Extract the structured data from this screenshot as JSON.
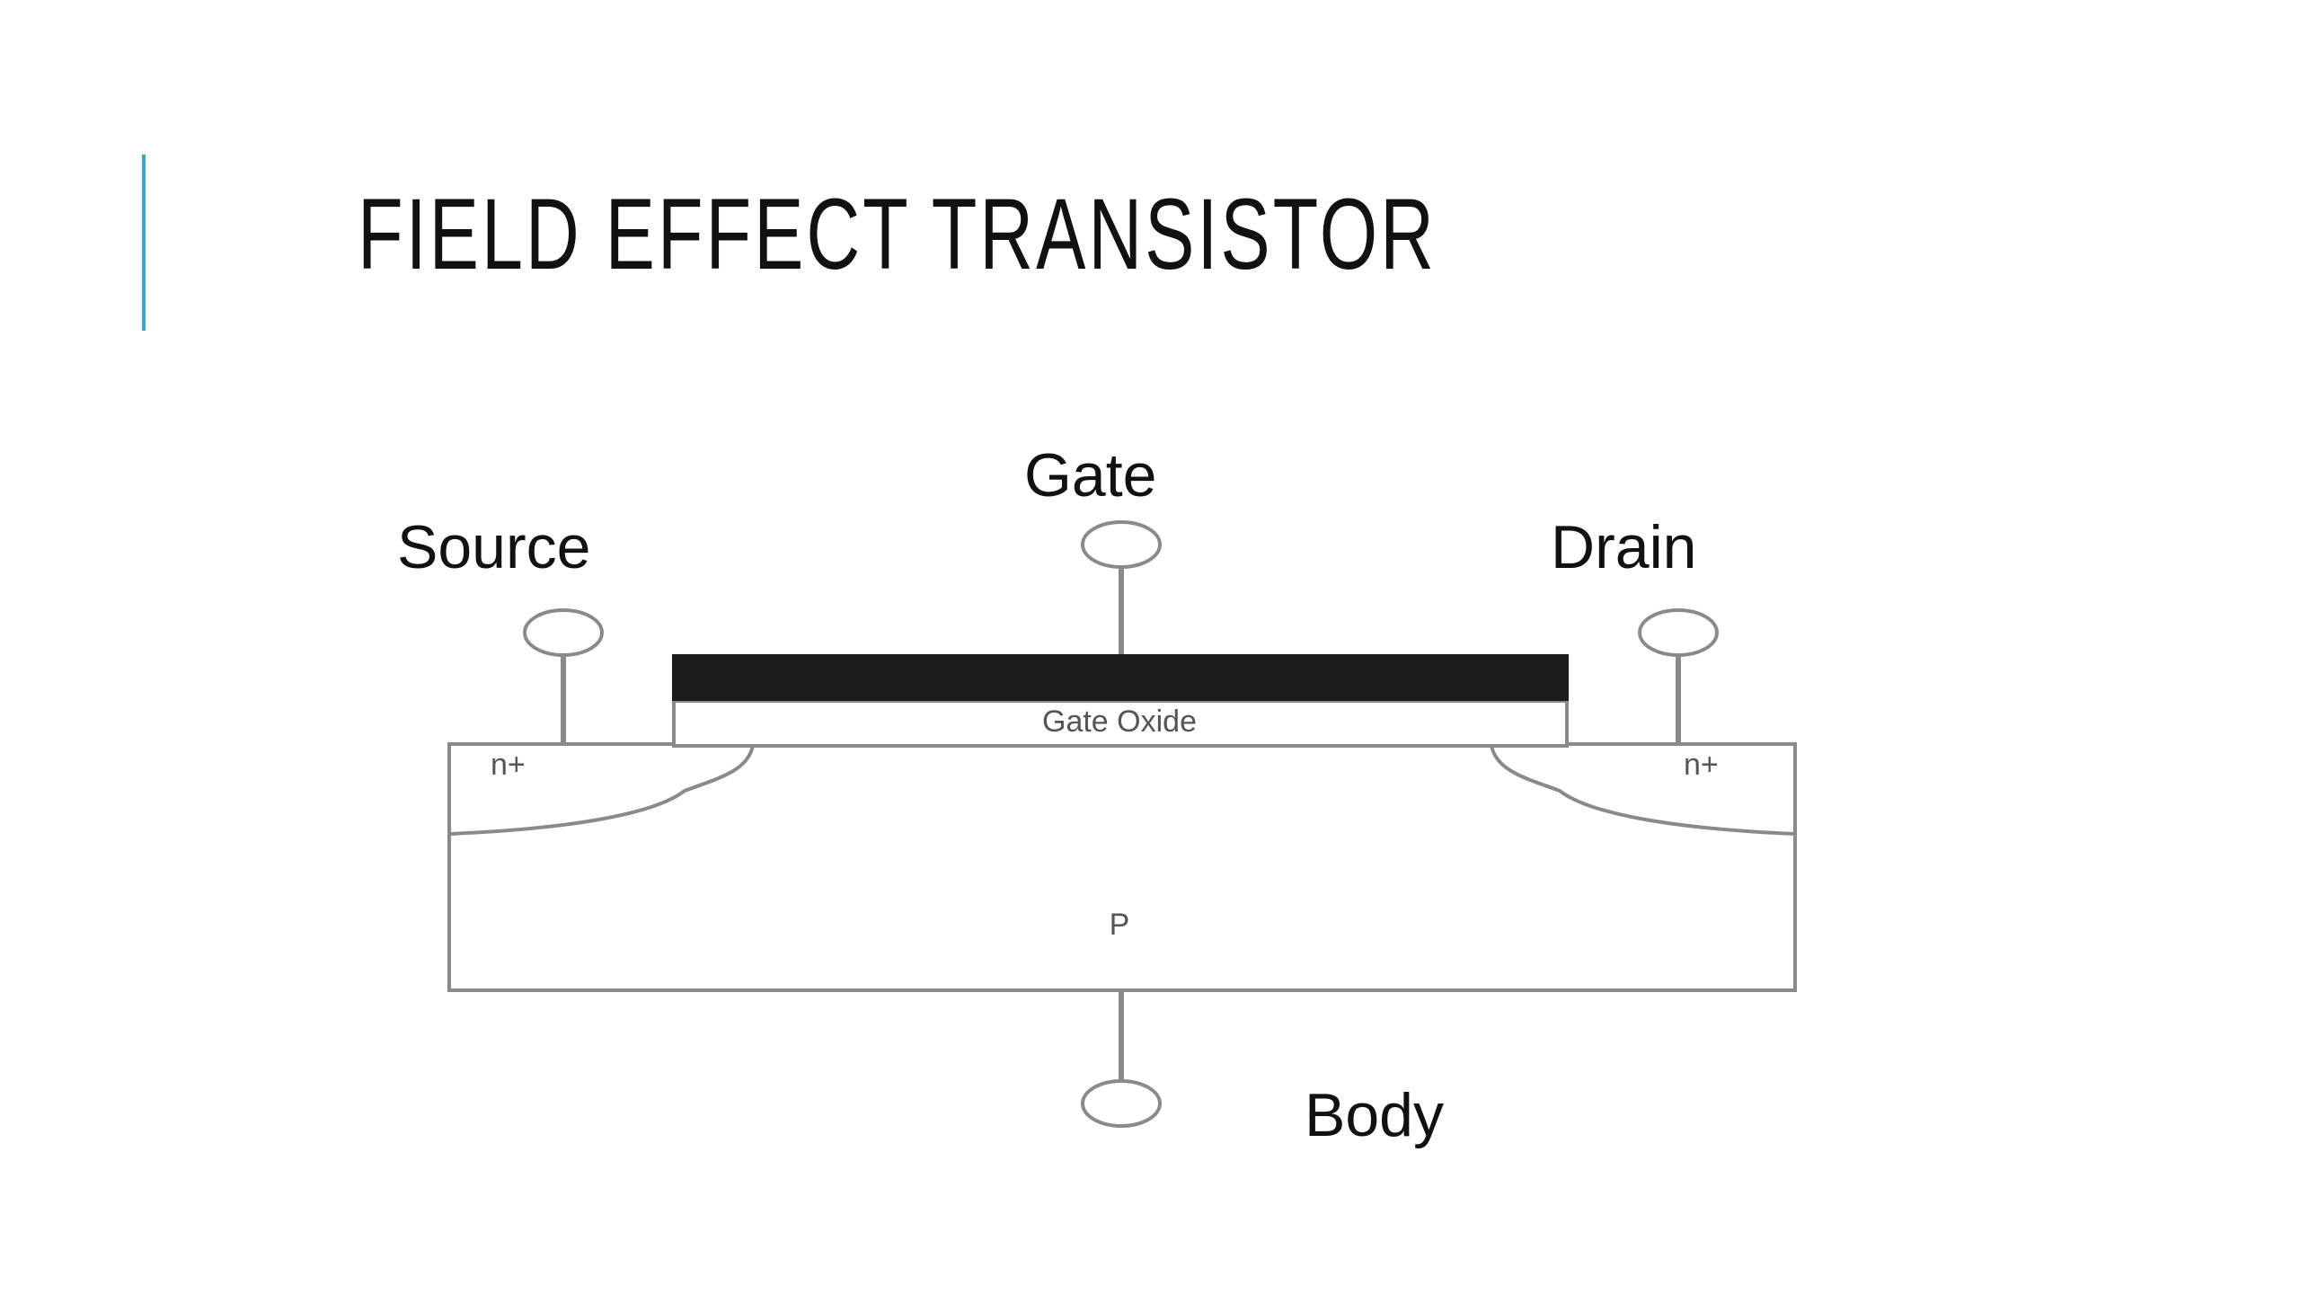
{
  "slide": {
    "title": "FIELD EFFECT TRANSISTOR"
  },
  "diagram": {
    "terminals": {
      "source": "Source",
      "gate": "Gate",
      "drain": "Drain",
      "body": "Body"
    },
    "regions": {
      "gate_oxide": "Gate Oxide",
      "source_doping": "n+",
      "drain_doping": "n+",
      "substrate": "P"
    }
  },
  "colors": {
    "accent": "#3aa6d8",
    "gate_metal": "#1c1c1c",
    "outline": "#8a8a8a"
  }
}
